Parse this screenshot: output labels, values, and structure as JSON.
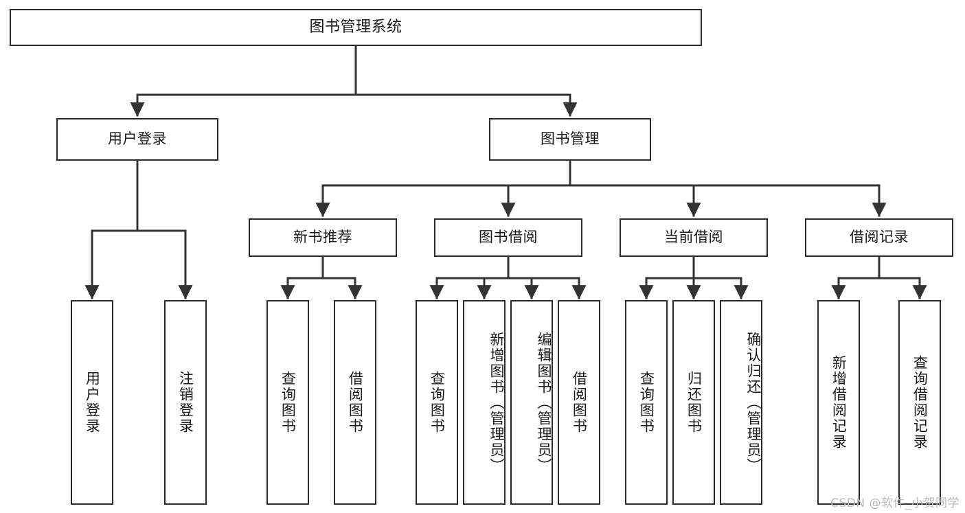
{
  "diagram": {
    "title": "图书管理系统",
    "type": "tree",
    "watermark": "CSDN @软件_小贺同学",
    "colors": {
      "box_border": "#2b2b2b",
      "box_fill": "#ffffff",
      "edge": "#333333",
      "text": "#1a1a1a",
      "watermark": "#b9b9b9",
      "background": "#ffffff"
    },
    "root": {
      "id": "root",
      "label": "图书管理系统"
    },
    "level2": [
      {
        "id": "user-login",
        "label": "用户登录"
      },
      {
        "id": "book-manage",
        "label": "图书管理"
      }
    ],
    "level3": [
      {
        "id": "new-book-recommend",
        "label": "新书推荐",
        "parent": "book-manage"
      },
      {
        "id": "book-borrow",
        "label": "图书借阅",
        "parent": "book-manage"
      },
      {
        "id": "current-borrow",
        "label": "当前借阅",
        "parent": "book-manage"
      },
      {
        "id": "borrow-record",
        "label": "借阅记录",
        "parent": "book-manage"
      }
    ],
    "leaves": {
      "user_login": [
        {
          "id": "leaf-user-login",
          "label": "用户登录"
        },
        {
          "id": "leaf-logout",
          "label": "注销登录"
        }
      ],
      "new_book_recommend": [
        {
          "id": "leaf-query-book-1",
          "label": "查询图书"
        },
        {
          "id": "leaf-borrow-book-1",
          "label": "借阅图书"
        }
      ],
      "book_borrow": [
        {
          "id": "leaf-query-book-2",
          "label": "查询图书"
        },
        {
          "id": "leaf-add-book",
          "label": "新增图书（管理员）"
        },
        {
          "id": "leaf-edit-book",
          "label": "编辑图书（管理员）"
        },
        {
          "id": "leaf-borrow-book-2",
          "label": "借阅图书"
        }
      ],
      "current_borrow": [
        {
          "id": "leaf-query-book-3",
          "label": "查询图书"
        },
        {
          "id": "leaf-return-book",
          "label": "归还图书"
        },
        {
          "id": "leaf-confirm-return",
          "label": "确认归还（管理员）"
        }
      ],
      "borrow_record": [
        {
          "id": "leaf-add-record",
          "label": "新增借阅记录"
        },
        {
          "id": "leaf-query-record",
          "label": "查询借阅记录"
        }
      ]
    }
  }
}
